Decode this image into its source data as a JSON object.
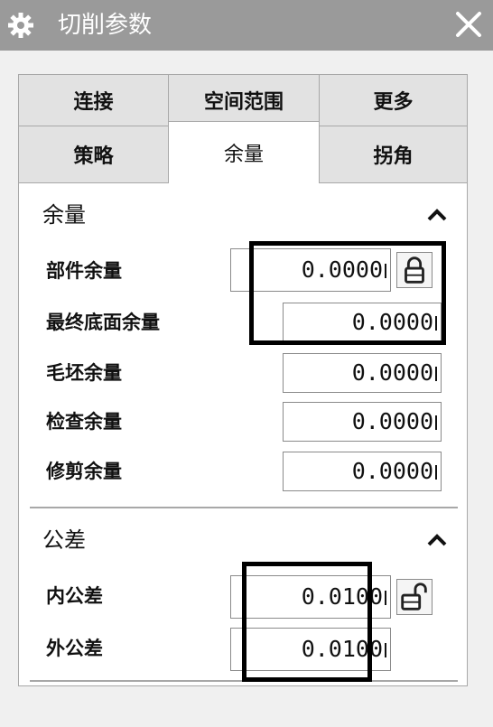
{
  "dialog": {
    "title": "切削参数",
    "icons": {
      "title": "gear-icon",
      "close": "close-icon"
    }
  },
  "tabs": {
    "row1": [
      {
        "label": "连接"
      },
      {
        "label": "空间范围"
      },
      {
        "label": "更多"
      }
    ],
    "row2": [
      {
        "label": "策略"
      },
      {
        "label": "余量",
        "active": true
      },
      {
        "label": "拐角"
      }
    ]
  },
  "stock": {
    "title": "余量",
    "collapse_icon": "chevron-up-icon",
    "fields": [
      {
        "label": "部件余量",
        "value": "0.0000"
      },
      {
        "label": "最终底面余量",
        "value": "0.0000"
      },
      {
        "label": "毛坯余量",
        "value": "0.0000"
      },
      {
        "label": "检查余量",
        "value": "0.0000"
      },
      {
        "label": "修剪余量",
        "value": "0.0000"
      }
    ],
    "lock_icon": "lock-closed-icon"
  },
  "tolerance": {
    "title": "公差",
    "collapse_icon": "chevron-up-icon",
    "fields": [
      {
        "label": "内公差",
        "value": "0.0100"
      },
      {
        "label": "外公差",
        "value": "0.0100"
      }
    ],
    "lock_icon": "lock-open-icon"
  },
  "colors": {
    "title_bar": "#9a9a9a",
    "panel": "#ffffff",
    "dialog": "#f0f0f0",
    "highlight": "#000000"
  }
}
